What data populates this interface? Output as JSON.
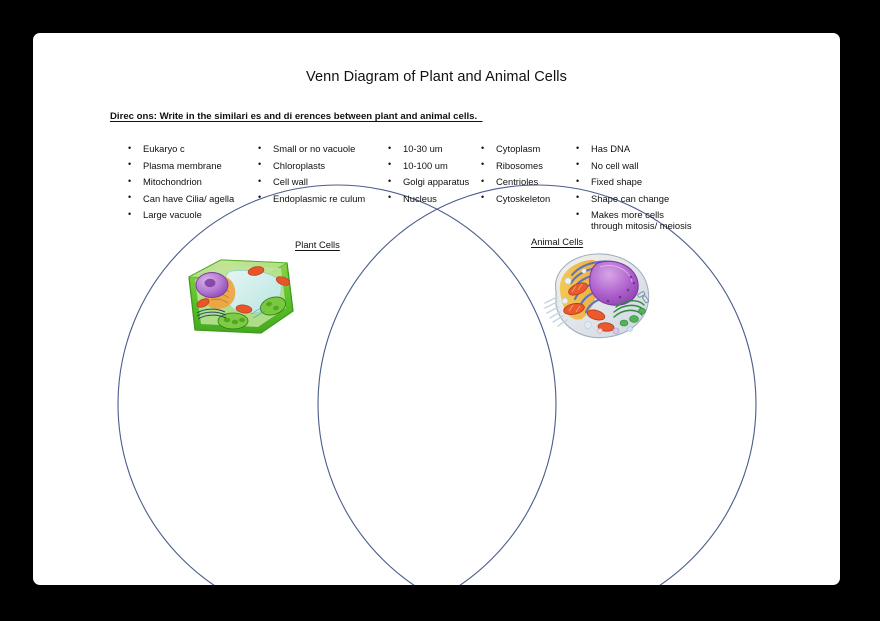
{
  "document": {
    "title": "Venn Diagram of Plant and Animal Cells",
    "directions": "Direc ons: Write in the similari es and di erences between plant and animal cells.  "
  },
  "columns": [
    {
      "items": [
        "Eukaryo c",
        "Plasma membrane",
        "Mitochondrion",
        "Can have Cilia/ agella",
        "Large vacuole"
      ]
    },
    {
      "items": [
        "Small or no vacuole",
        "Chloroplasts",
        "Cell wall",
        "Endoplasmic re culum"
      ]
    },
    {
      "items": [
        "10-30 um",
        "10-100 um",
        "Golgi apparatus",
        "Nucleus"
      ]
    },
    {
      "items": [
        "Cytoplasm",
        "Ribosomes",
        "Centrioles",
        "Cytoskeleton"
      ]
    },
    {
      "items": [
        "Has DNA",
        "No cell wall",
        "Fixed shape",
        "Shape can change",
        "Makes more cells\nthrough mitosis/ meiosis"
      ]
    }
  ],
  "venn": {
    "stroke_color": "#4a5c8c",
    "left_label": "Plant Cells",
    "right_label": "Animal Cells"
  },
  "illustrations": {
    "plant": "plant-cell-illustration",
    "animal": "animal-cell-illustration"
  },
  "page": {
    "background_color": "#ffffff",
    "canvas_color": "#000000"
  }
}
